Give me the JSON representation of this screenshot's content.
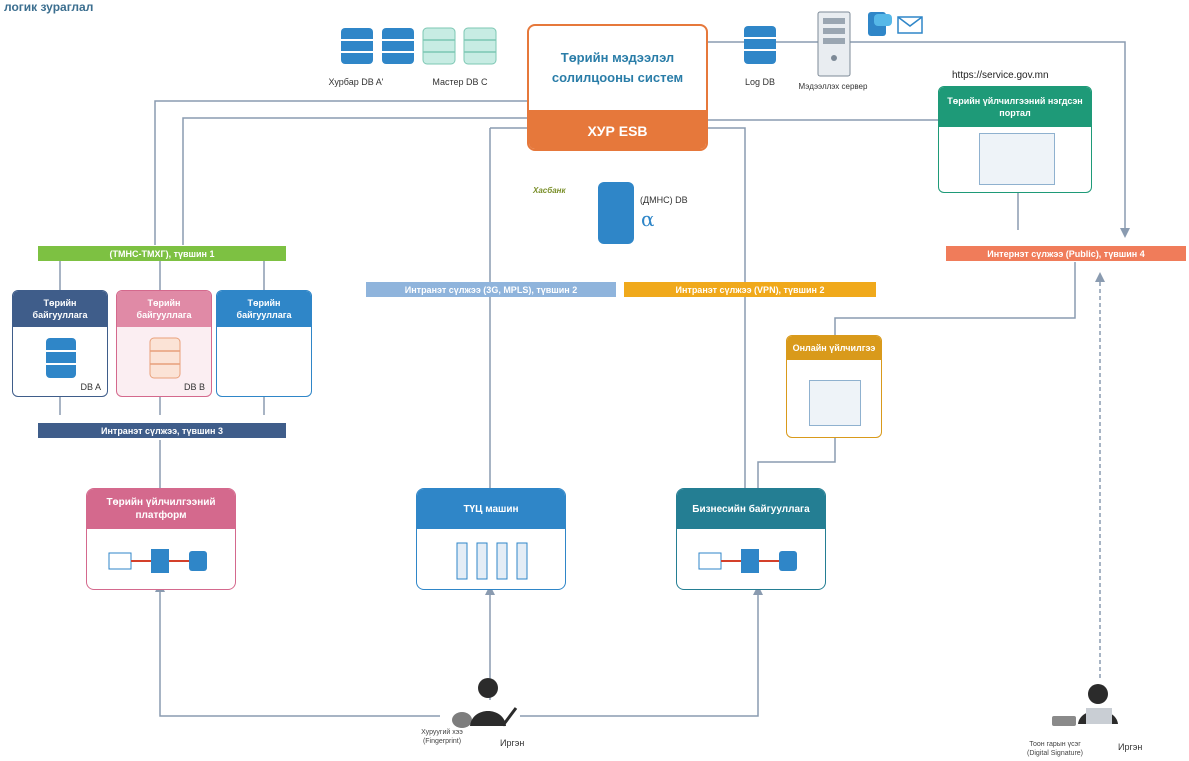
{
  "title": "логик зураглал",
  "esb": {
    "title": "Төрийн мэдээлэл солилцооны систем",
    "bar": "ХУР ESB"
  },
  "top": {
    "db_helper": "Хурбар DB A'",
    "db_master": "Мастер DB C",
    "db_log": "Log DB",
    "server": "Мэдээллэх сервер",
    "url": "https://service.gov.mn"
  },
  "dmhs": {
    "label": "(ДМНС) DB",
    "logo": "Хасбанк",
    "alpha": "α"
  },
  "bars": {
    "level1": "(ТМНС-ТМХГ), түвшин 1",
    "level2a": "Интранэт сүлжээ (3G, MPLS), түвшин 2",
    "level2b": "Интранэт сүлжээ (VPN), түвшин 2",
    "level3": "Интранэт сүлжээ, түвшин 3",
    "level4": "Интернэт сүлжээ (Public), түвшин 4"
  },
  "orgs": [
    {
      "label": "Төрийн байгууллага",
      "db": "DB A"
    },
    {
      "label": "Төрийн байгууллага",
      "db": "DB B"
    },
    {
      "label": "Төрийн байгууллага",
      "db": ""
    }
  ],
  "portal": {
    "label": "Төрийн үйлчилгээний нэгдсэн портал"
  },
  "online": {
    "label": "Онлайн үйлчилгээ"
  },
  "platforms": {
    "platform": "Төрийн үйлчилгээний платформ",
    "machine": "ТҮЦ машин",
    "business": "Бизнесийн байгууллага"
  },
  "users": {
    "fingerprint": "Хуруугий хээ (Fingerprint)",
    "citizen1": "Иргэн",
    "digital": "Тоон гарын үсэг (Digital Signature)",
    "citizen2": "Иргэн"
  },
  "colors": {
    "orange": "#e6783b",
    "green": "#7dc142",
    "blue_light": "#8fb4dc",
    "yellow": "#f0a91b",
    "navy": "#3f5d8a",
    "salmon": "#f07c5a",
    "teal": "#1e9a78",
    "pink": "#d4698d",
    "blue": "#2f86c8",
    "darkteal": "#247e93",
    "gold": "#d99a1b"
  }
}
